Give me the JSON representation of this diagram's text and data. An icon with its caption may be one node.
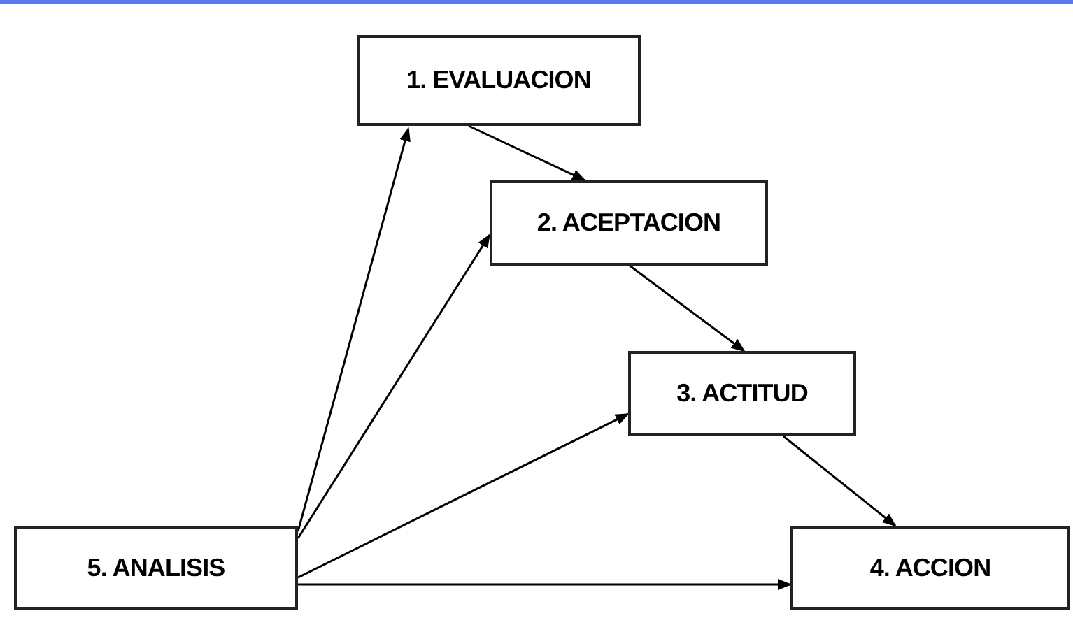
{
  "diagram": {
    "nodes": [
      {
        "text": [
          "1. EVALUACION"
        ]
      },
      {
        "text": [
          "2. ACEPTACION"
        ]
      },
      {
        "text": [
          "3. ACTITUD"
        ]
      },
      {
        "text": [
          "4. ACCION"
        ]
      },
      {
        "text": [
          "5. ANALISIS"
        ]
      }
    ],
    "edges": [
      {
        "from": 0,
        "to": 1,
        "arrow": "to"
      },
      {
        "from": 1,
        "to": 2,
        "arrow": "to"
      },
      {
        "from": 2,
        "to": 3,
        "arrow": "to"
      },
      {
        "from": 4,
        "to": 0,
        "arrow": "to"
      },
      {
        "from": 4,
        "to": 1,
        "arrow": "to"
      },
      {
        "from": 4,
        "to": 2,
        "arrow": "to"
      },
      {
        "from": 4,
        "to": 3,
        "arrow": "to"
      }
    ]
  }
}
